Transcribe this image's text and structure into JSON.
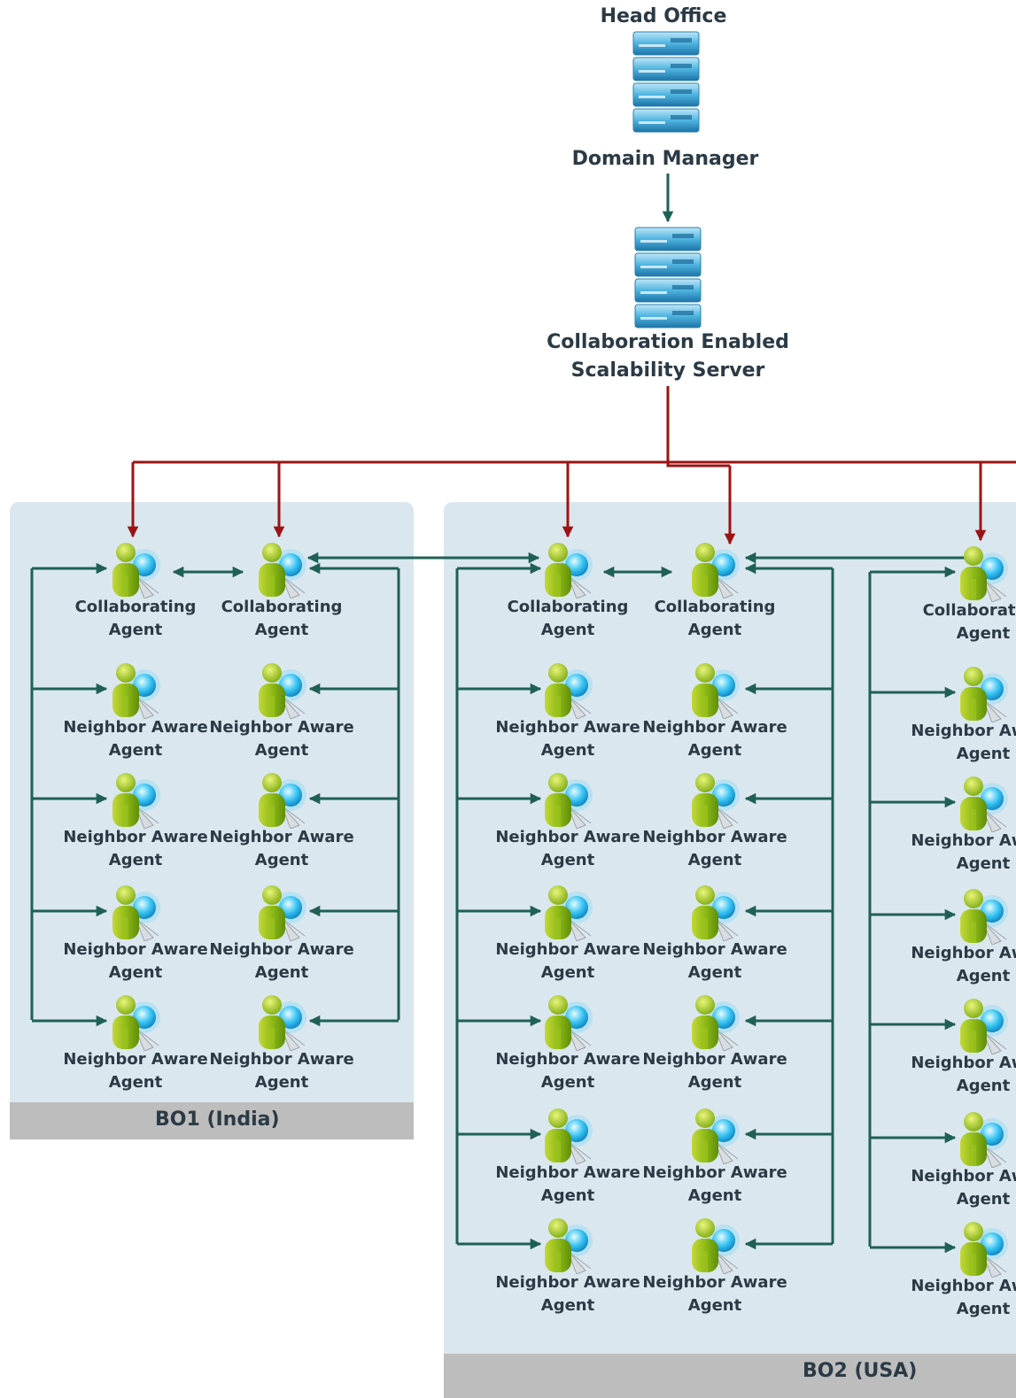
{
  "head_office": {
    "title": "Head Office",
    "server_label": "Domain Manager"
  },
  "scalability_server": {
    "line1": "Collaboration Enabled",
    "line2": "Scalability Server"
  },
  "agent_types": {
    "collaborating": [
      "Collaborating",
      "Agent"
    ],
    "neighbor": [
      "Neighbor Aware",
      "Agent"
    ]
  },
  "regions": [
    {
      "label": "BO1 (India)"
    },
    {
      "label": "BO2 (USA)"
    }
  ],
  "colors": {
    "server_link": "#9c1313",
    "peer_link": "#1f6056",
    "region_bg": "#dbe7ee",
    "region_bar": "#bdbdbd"
  },
  "icons": {
    "server": "server-rack-icon",
    "agent": "agent-user-icon"
  }
}
